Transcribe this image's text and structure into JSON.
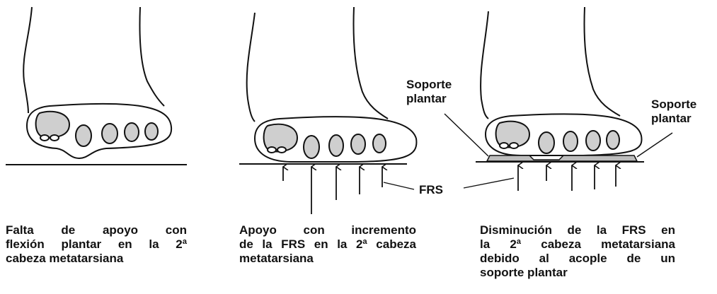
{
  "labels": {
    "support_left": [
      "Soporte",
      "plantar"
    ],
    "support_right": [
      "Soporte",
      "plantar"
    ],
    "frs": "FRS"
  },
  "captions": [
    {
      "lines": [
        "Falta de apoyo con",
        "flexión plantar en la 2ª",
        "cabeza metatarsiana"
      ]
    },
    {
      "lines": [
        "Apoyo con incremento",
        "de la FRS en la 2ª cabeza",
        "metatarsiana"
      ]
    },
    {
      "lines": [
        "Disminución de la FRS en",
        "la 2ª cabeza metatarsiana",
        "debido al acople de un",
        "soporte plantar"
      ]
    }
  ],
  "colors": {
    "stroke": "#111111",
    "bone": "#cfcfcf",
    "insole": "#bdbdbd"
  }
}
